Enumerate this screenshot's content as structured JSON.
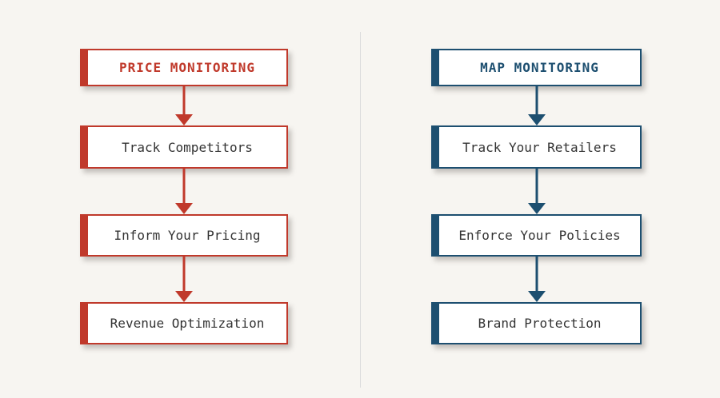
{
  "colors": {
    "background": "#f7f5f1",
    "box_background": "#ffffff",
    "price_accent": "#c0392b",
    "map_accent": "#1d4f70",
    "text": "#333333",
    "divider": "#dcdcdc",
    "shadow": "rgba(60,55,50,0.28)"
  },
  "columns": [
    {
      "id": "price-monitoring",
      "header": "PRICE MONITORING",
      "steps": [
        "Track Competitors",
        "Inform Your Pricing",
        "Revenue Optimization"
      ]
    },
    {
      "id": "map-monitoring",
      "header": "MAP MONITORING",
      "steps": [
        "Track Your Retailers",
        "Enforce Your Policies",
        "Brand Protection"
      ]
    }
  ]
}
